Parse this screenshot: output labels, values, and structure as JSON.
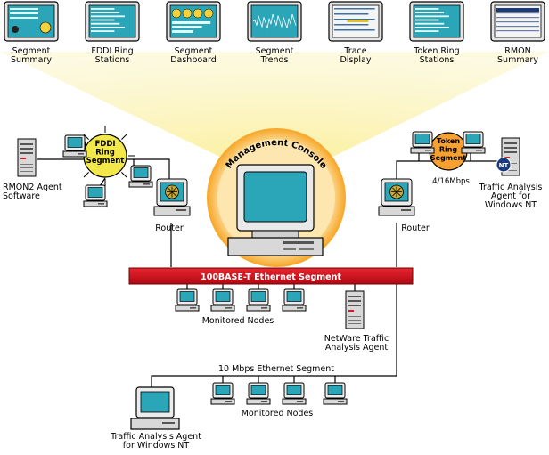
{
  "monitor_views": [
    {
      "id": "segment-summary",
      "label": "Segment\nSummary",
      "screen": "gauges"
    },
    {
      "id": "fddi-ring-stations",
      "label": "FDDI Ring\nStations",
      "screen": "list"
    },
    {
      "id": "segment-dashboard",
      "label": "Segment\nDashboard",
      "screen": "dials"
    },
    {
      "id": "segment-trends",
      "label": "Segment\nTrends",
      "screen": "trend"
    },
    {
      "id": "trace-display",
      "label": "Trace\nDisplay",
      "screen": "trace"
    },
    {
      "id": "token-ring-stations",
      "label": "Token Ring\nStations",
      "screen": "list"
    },
    {
      "id": "rmon-summary",
      "label": "RMON\nSummary",
      "screen": "table"
    }
  ],
  "console_label": "Management Console",
  "fddi_ring_label": "FDDI\nRing\nSegment",
  "token_ring_label": "Token\nRing\nSegment",
  "rmon2_agent_label": "RMON2 Agent\nSoftware",
  "router_left_label": "Router",
  "router_right_label": "Router",
  "token_ring_speed": "4/16Mbps",
  "nt_badge": "NT",
  "traffic_agent_right_label": "Traffic Analysis\nAgent for\nWindows NT",
  "ethernet_100_label": "100BASE-T Ethernet Segment",
  "monitored_nodes_top_label": "Monitored Nodes",
  "netware_agent_label": "NetWare Traffic\nAnalysis Agent",
  "ethernet_10_label": "10 Mbps Ethernet Segment",
  "monitored_nodes_bottom_label": "Monitored Nodes",
  "traffic_agent_bottom_label": "Traffic Analysis Agent\nfor Windows NT",
  "colors": {
    "beam": "#fbf0a0",
    "screen_teal": "#2aa6b8",
    "fddi_ring": "#f2e84a",
    "token_ring": "#f5a030",
    "console_halo": "#f7a525",
    "ethernet_bar": "#d40f1e",
    "nt_badge": "#1a3a80"
  }
}
